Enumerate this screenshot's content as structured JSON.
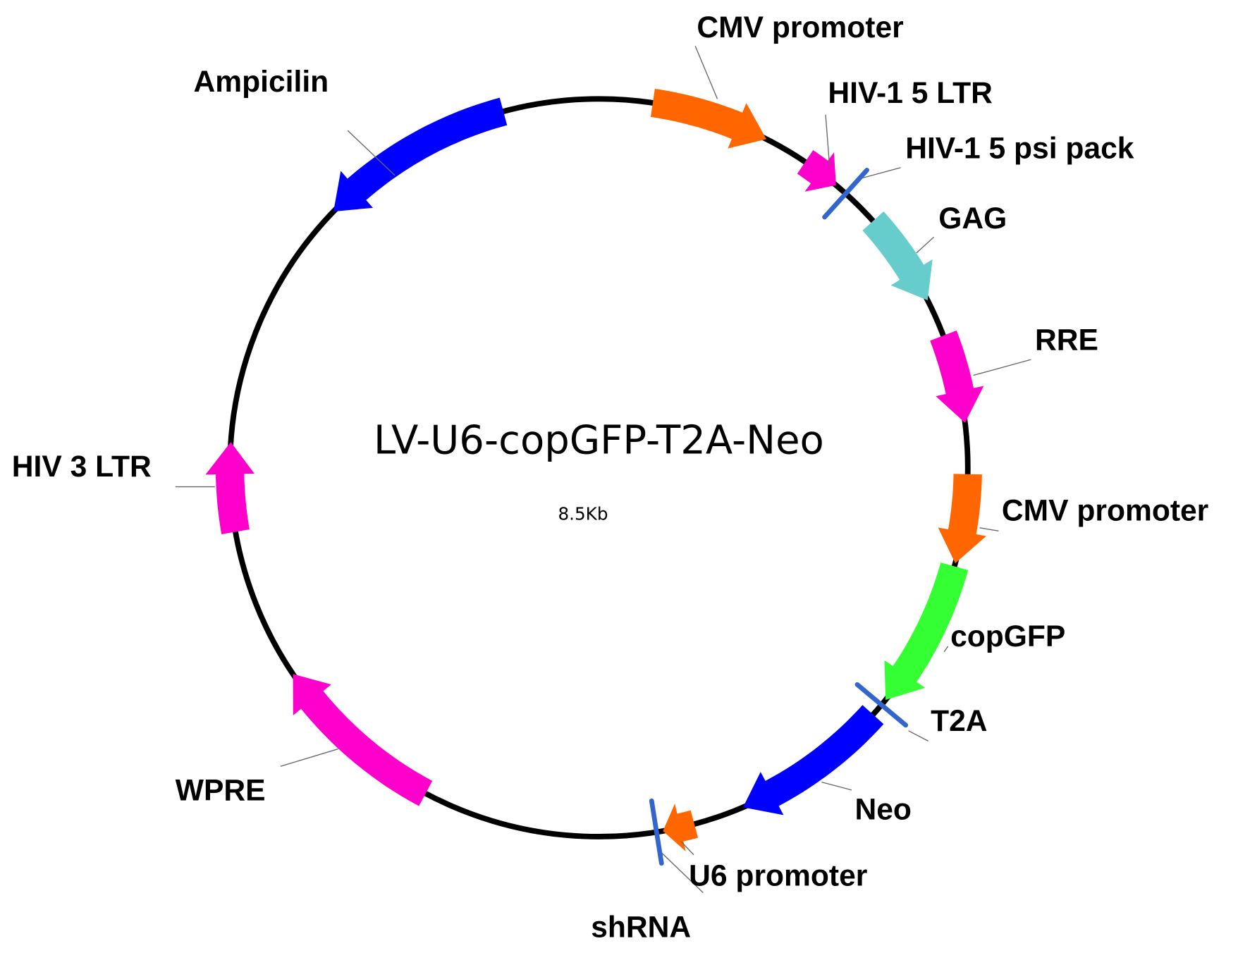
{
  "plasmid": {
    "name": "LV-U6-copGFP-T2A-Neo",
    "size": "8.5Kb"
  },
  "colors": {
    "backbone": "#000000",
    "orange": "#ff6600",
    "magenta": "#ff00cc",
    "blue": "#0000ff",
    "cyan": "#66cccc",
    "green": "#33ff33",
    "marker": "#3366cc"
  },
  "features": [
    {
      "id": "ampicilin",
      "label": "Ampicilin",
      "type": "arrow",
      "start_deg": -15,
      "end_deg": -46,
      "color": "#0000ff"
    },
    {
      "id": "cmv-promoter-1",
      "label": "CMV promoter",
      "type": "arrow",
      "start_deg": 8.4,
      "end_deg": 27,
      "color": "#ff6600"
    },
    {
      "id": "hiv1-5-ltr",
      "label": "HIV-1 5 LTR",
      "type": "arrow",
      "start_deg": 34,
      "end_deg": 40,
      "color": "#ff00cc"
    },
    {
      "id": "hiv1-5-psi-pack",
      "label": "HIV-1 5 psi pack",
      "type": "marker",
      "pos_deg": 42,
      "color": "#3366cc"
    },
    {
      "id": "gag",
      "label": "GAG",
      "type": "arrow",
      "start_deg": 48,
      "end_deg": 63,
      "color": "#66cccc"
    },
    {
      "id": "rre",
      "label": "RRE",
      "type": "arrow",
      "start_deg": 69,
      "end_deg": 83,
      "color": "#ff00cc"
    },
    {
      "id": "cmv-promoter-2",
      "label": "CMV promoter",
      "type": "arrow",
      "start_deg": 91,
      "end_deg": 105,
      "color": "#ff6600"
    },
    {
      "id": "copgfp",
      "label": "copGFP",
      "type": "arrow",
      "start_deg": 105.5,
      "end_deg": 129,
      "color": "#33ff33"
    },
    {
      "id": "t2a",
      "label": "T2A",
      "type": "marker",
      "pos_deg": 130,
      "color": "#3366cc"
    },
    {
      "id": "neo",
      "label": "Neo",
      "type": "arrow",
      "start_deg": 132,
      "end_deg": 157,
      "color": "#0000ff"
    },
    {
      "id": "u6-promoter",
      "label": "U6 promoter",
      "type": "arrow",
      "start_deg": 165,
      "end_deg": 170,
      "color": "#ff6600"
    },
    {
      "id": "shrna",
      "label": "shRNA",
      "type": "marker",
      "pos_deg": 171,
      "color": "#3366cc"
    },
    {
      "id": "wpre",
      "label": "WPRE",
      "type": "arrow",
      "start_deg": 208,
      "end_deg": 236,
      "color": "#ff00cc"
    },
    {
      "id": "hiv-3-ltr",
      "label": "HIV 3 LTR",
      "type": "arrow",
      "start_deg": 260,
      "end_deg": 274,
      "color": "#ff00cc"
    }
  ]
}
